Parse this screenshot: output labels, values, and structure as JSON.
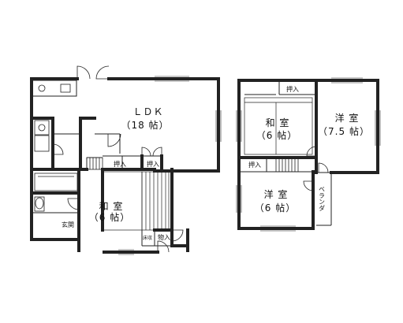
{
  "plan": {
    "floor1": {
      "ldk_name": "ＬＤＫ",
      "ldk_size": "（18 帖）",
      "washitsu_name": "和 室",
      "washitsu_size": "（6 帖）",
      "oshiire_a": "押入",
      "oshiire_b": "押入",
      "entrance": "玄関",
      "yukashita": "床収",
      "monoire": "物入"
    },
    "floor2": {
      "washitsu_name": "和 室",
      "washitsu_size": "（6 帖）",
      "youshitsu1_name": "洋 室",
      "youshitsu1_size": "（7.5 帖）",
      "youshitsu2_name": "洋 室",
      "youshitsu2_size": "（6 帖）",
      "oshiire_a": "押入",
      "oshiire_b": "押入",
      "veranda": "ベランダ"
    }
  }
}
